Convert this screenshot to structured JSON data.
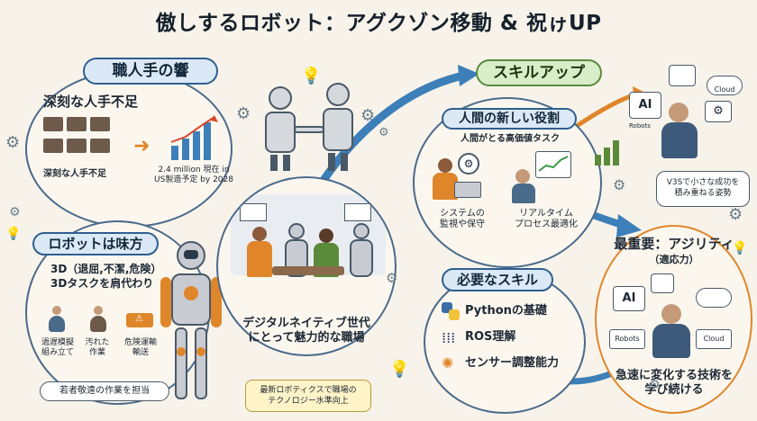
{
  "title": "傲しするロボット：アグクゾン移動 & 祝ゖUP",
  "left_top": {
    "heading": "職人手の響",
    "sub_heading": "深刻な人手不足",
    "caption": "深刻な人手不足",
    "stat": "2.4 million 現在 in US製造予定 by 2028"
  },
  "left_bottom": {
    "heading": "ロボットは味方",
    "line1": "3D（退屈,不潔,危険）",
    "line2": "3Dタスクを肩代わり",
    "task1": "過遅模擬\n組み立て",
    "task2": "汚れた\n作業",
    "task3": "危険運輸\n輸送",
    "footer": "若者敬遠の作業を担当"
  },
  "center": {
    "caption": "デジタルネイティブ世代\nにとって魅力的な職場",
    "note": "最新ロボティクスで職場の\nテクノロジー水準向上"
  },
  "right_top": {
    "heading": "スキルアップ",
    "role_heading": "人間の新しい役割",
    "role_sub": "人間がとる高価値タスク",
    "role1": "システムの\n監視や保守",
    "role2": "リアルタイム\nプロセス最適化",
    "cloud_label": "Cloud",
    "ai_label": "AI",
    "robots_label": "Robots",
    "habit_note": "V3Sで小さな成功を\n積み重ねる姿勢"
  },
  "skills": {
    "heading": "必要なスキル",
    "items": [
      "Pythonの基礎",
      "ROS理解",
      "センサー調整能力"
    ]
  },
  "agility": {
    "heading": "最重要：アジリティ",
    "sub": "（適応力）",
    "ai_label": "AI",
    "robots_label": "Robots",
    "cloud_label": "Cloud",
    "footer": "急速に変化する技術を\n学び続ける"
  },
  "colors": {
    "accent_blue": "#3d7fb8",
    "accent_green": "#5a8a3a",
    "accent_orange": "#e0862a",
    "background": "#f7f3ea"
  }
}
